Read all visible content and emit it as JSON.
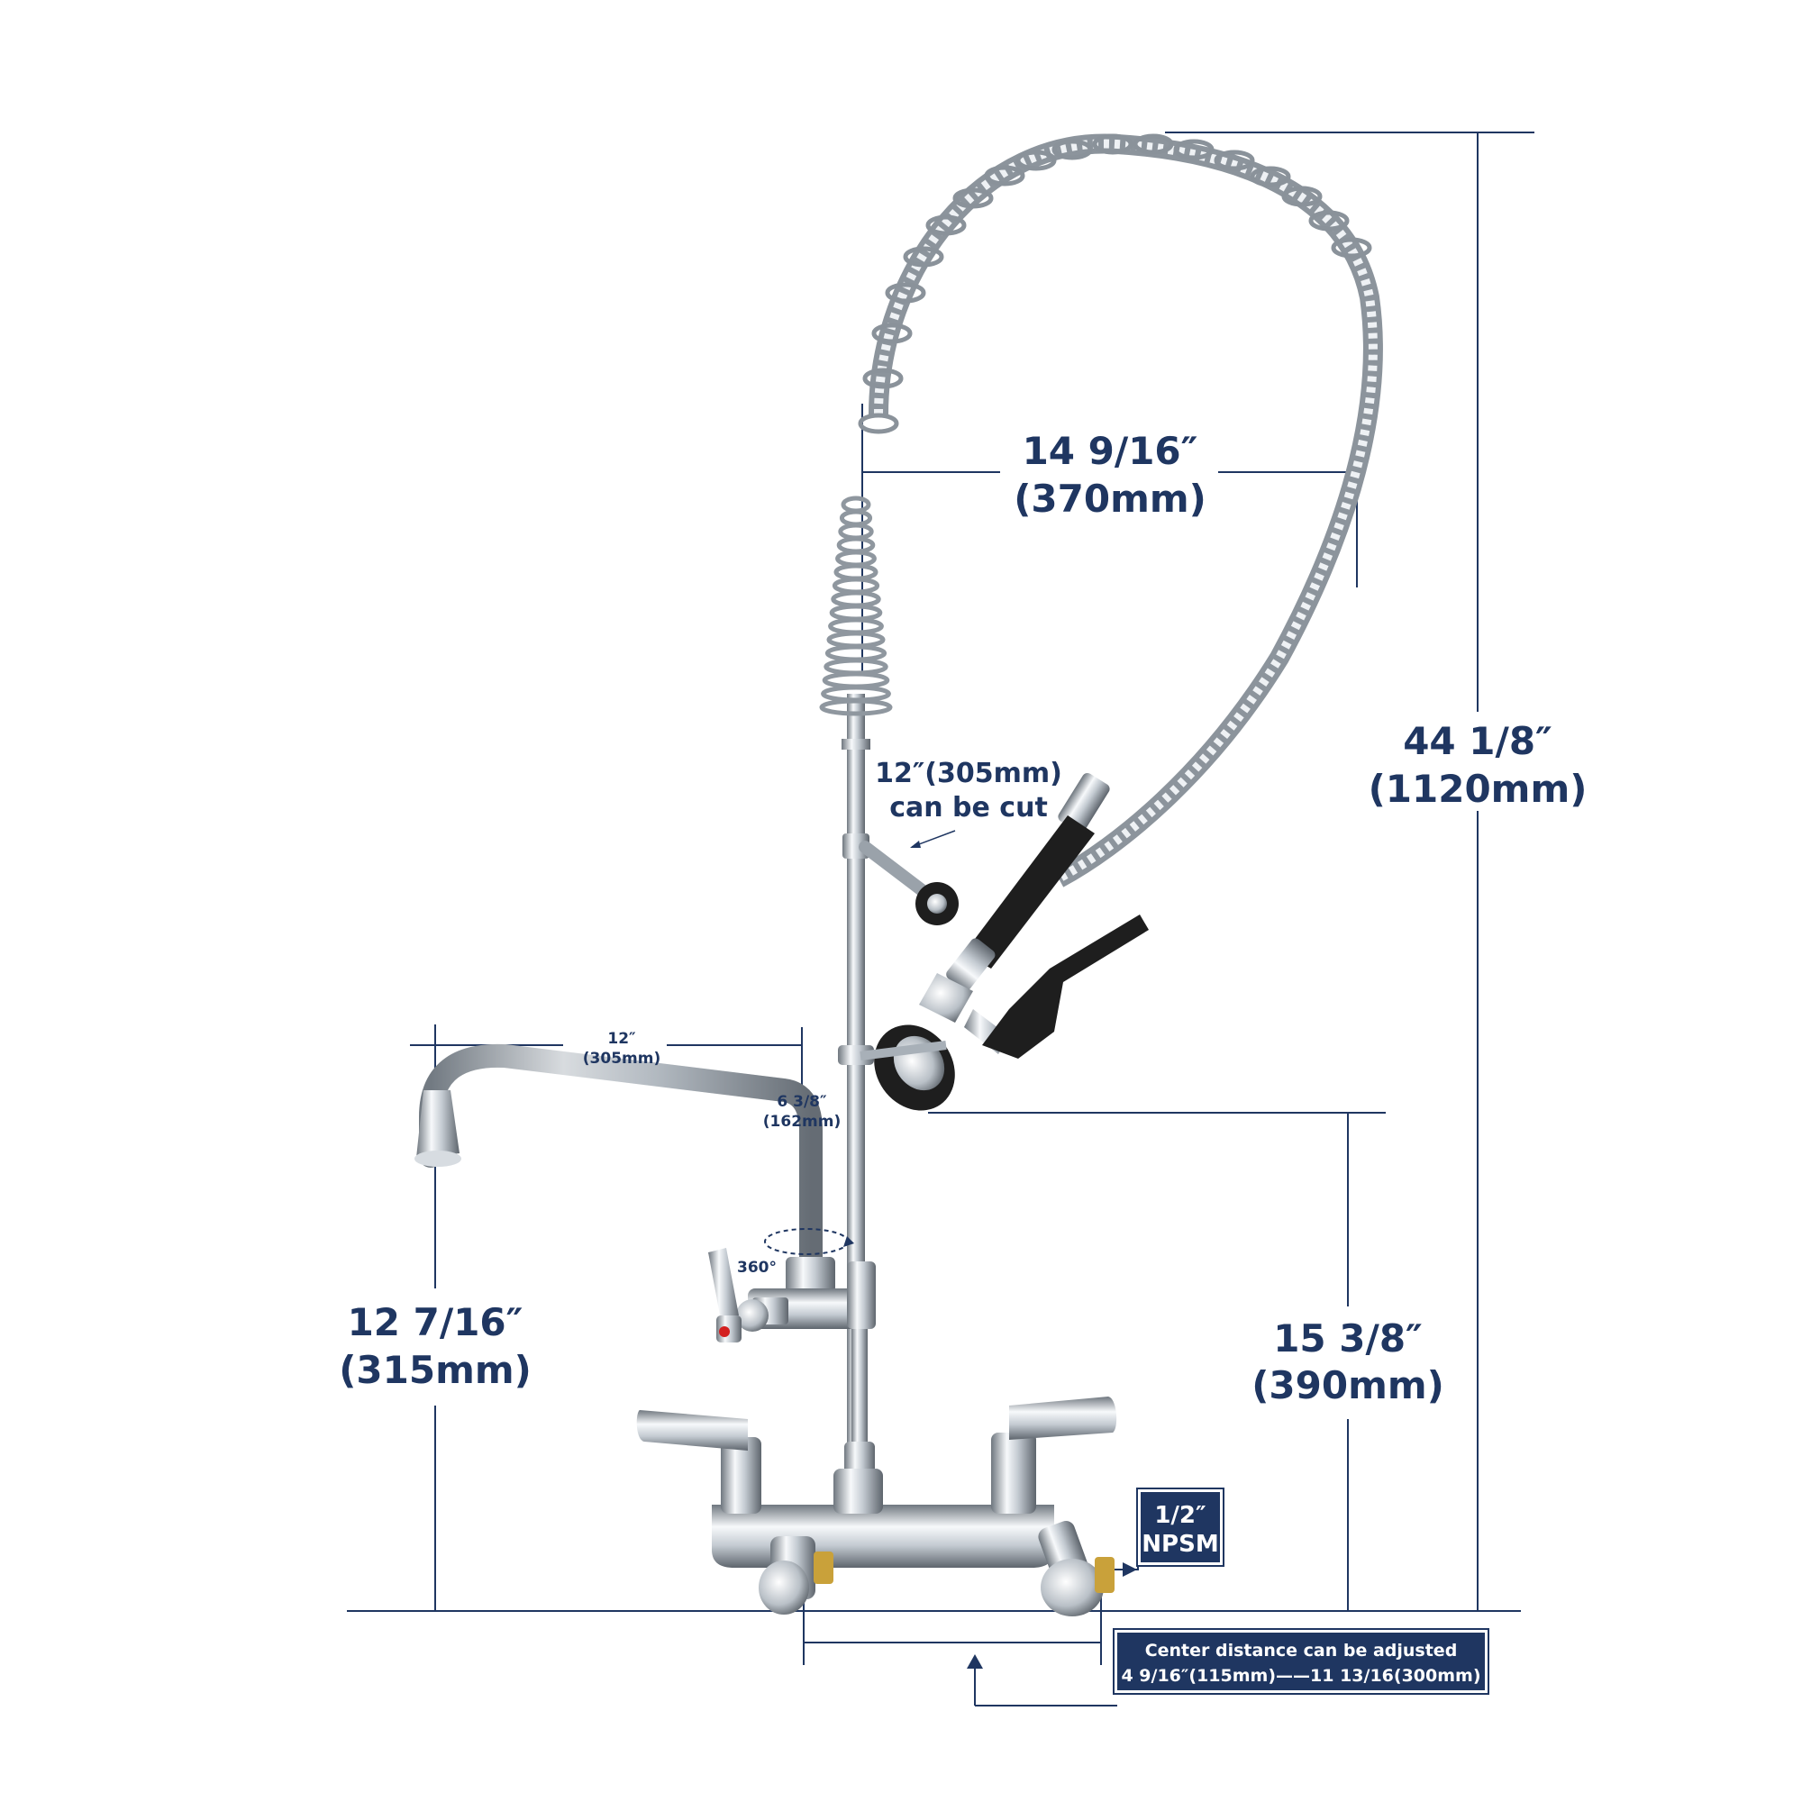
{
  "colors": {
    "accent": "#1f3661",
    "chrome_light": "#f4f6f8",
    "chrome_mid": "#b9c0c7",
    "chrome_dark": "#5e656d",
    "handle_black": "#1e1e1e",
    "hot_red": "#d32020",
    "brass": "#c9a13a"
  },
  "labels": {
    "overall_height": {
      "inch": "44 1/8″",
      "mm": "(1120mm)"
    },
    "hose_reach": {
      "inch": "14 9/16″",
      "mm": "(370mm)"
    },
    "riser_cut": {
      "line1": "12″(305mm)",
      "line2": "can be cut"
    },
    "spout_length": {
      "inch": "12″",
      "mm": "(305mm)"
    },
    "spout_height": {
      "inch": "6 3/8″",
      "mm": "(162mm)"
    },
    "rotation": "360°",
    "spout_base_height": {
      "inch": "12 7/16″",
      "mm": "(315mm)"
    },
    "sprayer_height": {
      "inch": "15 3/8″",
      "mm": "(390mm)"
    },
    "connection": {
      "line1": "1/2″",
      "line2": "NPSM"
    },
    "center_distance": {
      "line1": "Center distance can be adjusted",
      "line2": "4 9/16″(115mm)——11 13/16(300mm)"
    }
  },
  "icons": [
    "spring-coil-icon",
    "spray-valve-icon",
    "hot-handle-icon",
    "rotation-arrow-icon"
  ]
}
